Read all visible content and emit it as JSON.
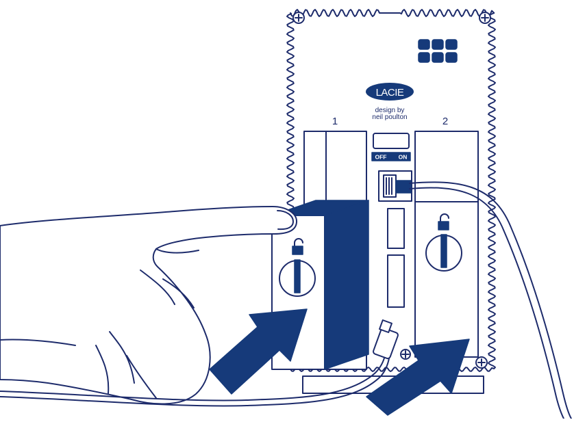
{
  "brand": {
    "logo_text": "LACIE",
    "tagline_line1": "design by",
    "tagline_line2": "neil poulton"
  },
  "bays": [
    {
      "label": "1"
    },
    {
      "label": "2"
    }
  ],
  "power_switch": {
    "off_label": "OFF",
    "on_label": "ON"
  },
  "colors": {
    "line": "#1d2b6b",
    "fill": "#163a7a",
    "background": "#ffffff"
  },
  "icons": [
    "screw-icon",
    "unlock-icon",
    "push-arrow-icon",
    "grid-icon"
  ]
}
